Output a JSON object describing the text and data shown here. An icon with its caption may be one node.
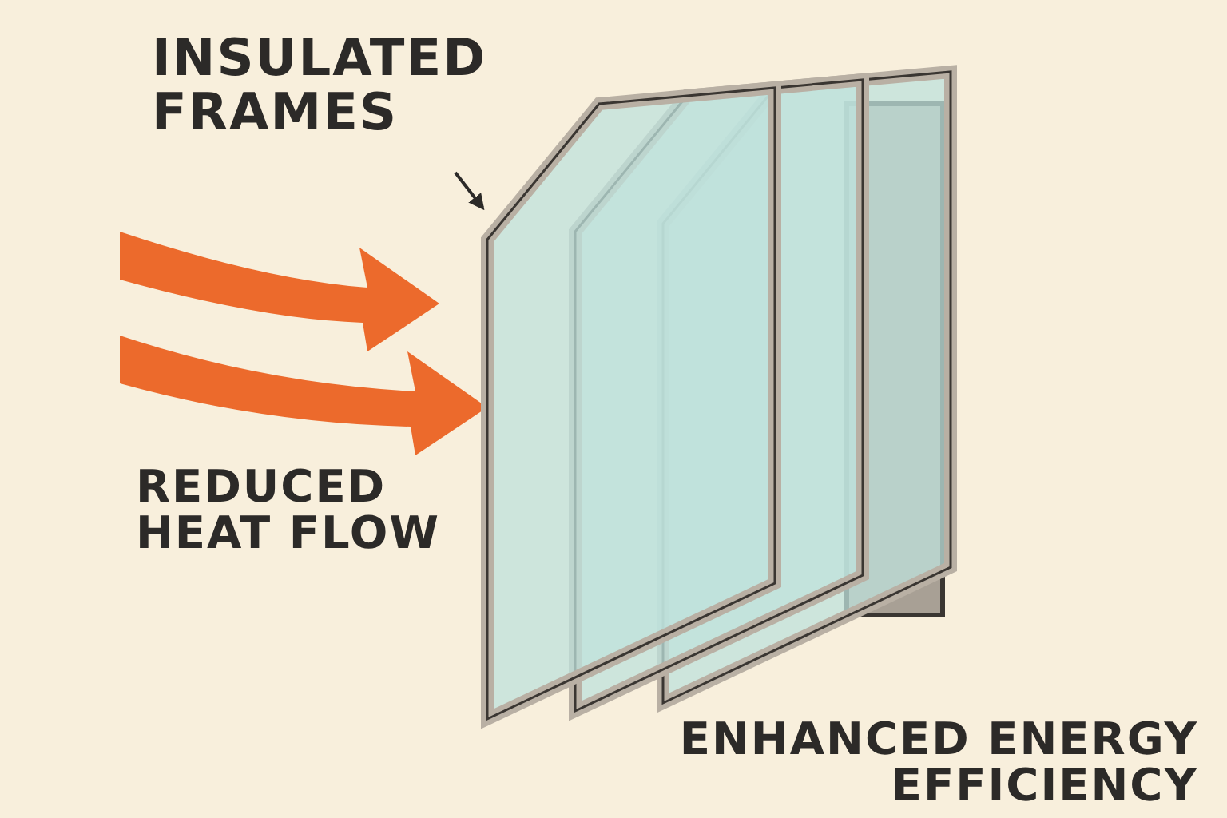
{
  "diagram": {
    "nodes": [
      {
        "text": [
          "INSULATED FRAMES"
        ]
      },
      {
        "text": [],
        "shape": "picture"
      }
    ],
    "edges": [
      {
        "from": 0,
        "to": 1,
        "arrow": "to"
      }
    ],
    "labels": [
      "REDUCED HEAT FLOW",
      "ENHANCED ENERGY EFFICIENCY"
    ]
  }
}
